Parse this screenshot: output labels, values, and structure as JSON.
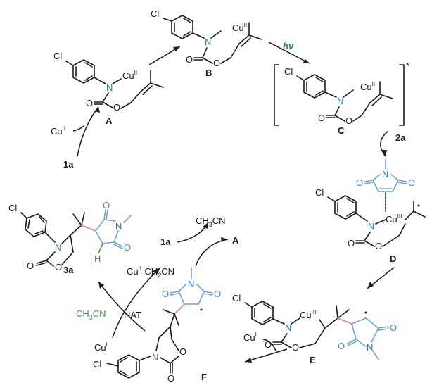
{
  "compounds": {
    "A": "A",
    "B": "B",
    "C": "C",
    "D": "D",
    "E": "E",
    "F": "F",
    "product": "3a"
  },
  "reagents": {
    "substrate": "1a",
    "maleimide": "2a",
    "hv": "hν",
    "cu2_in": "Cu",
    "cu2_in_ox": "II",
    "cu1_out": "Cu",
    "cu1_out_ox": "I",
    "cu1_in": "Cu",
    "cu1_in_ox": "I",
    "acetonitrile": "CH",
    "acetonitrile_rest": "CN",
    "acetonitrile_sub": "3",
    "hat": "HAT",
    "cu_ch2cn": "Cu",
    "cu_ch2cn_ox": "II",
    "cu_ch2cn_rest": "-CH",
    "cu_ch2cn_sub": "2",
    "cu_ch2cn_end": "CN",
    "ch3cn_out": "CH",
    "ch3cn_out_sub": "3",
    "ch3cn_out_end": "CN",
    "regen_A": "A",
    "regen_1a": "1a"
  },
  "atoms": {
    "Cl": "Cl",
    "N": "N",
    "O": "O",
    "H": "H",
    "Cu": "Cu",
    "ox2": "II",
    "ox3": "III",
    "excited": "*"
  },
  "colors": {
    "nitrogen": "#2a6fb8",
    "maleimide": "#6fa3d6",
    "new_bond": "#e88a8a",
    "hydrogen": "#3a9a4a"
  }
}
